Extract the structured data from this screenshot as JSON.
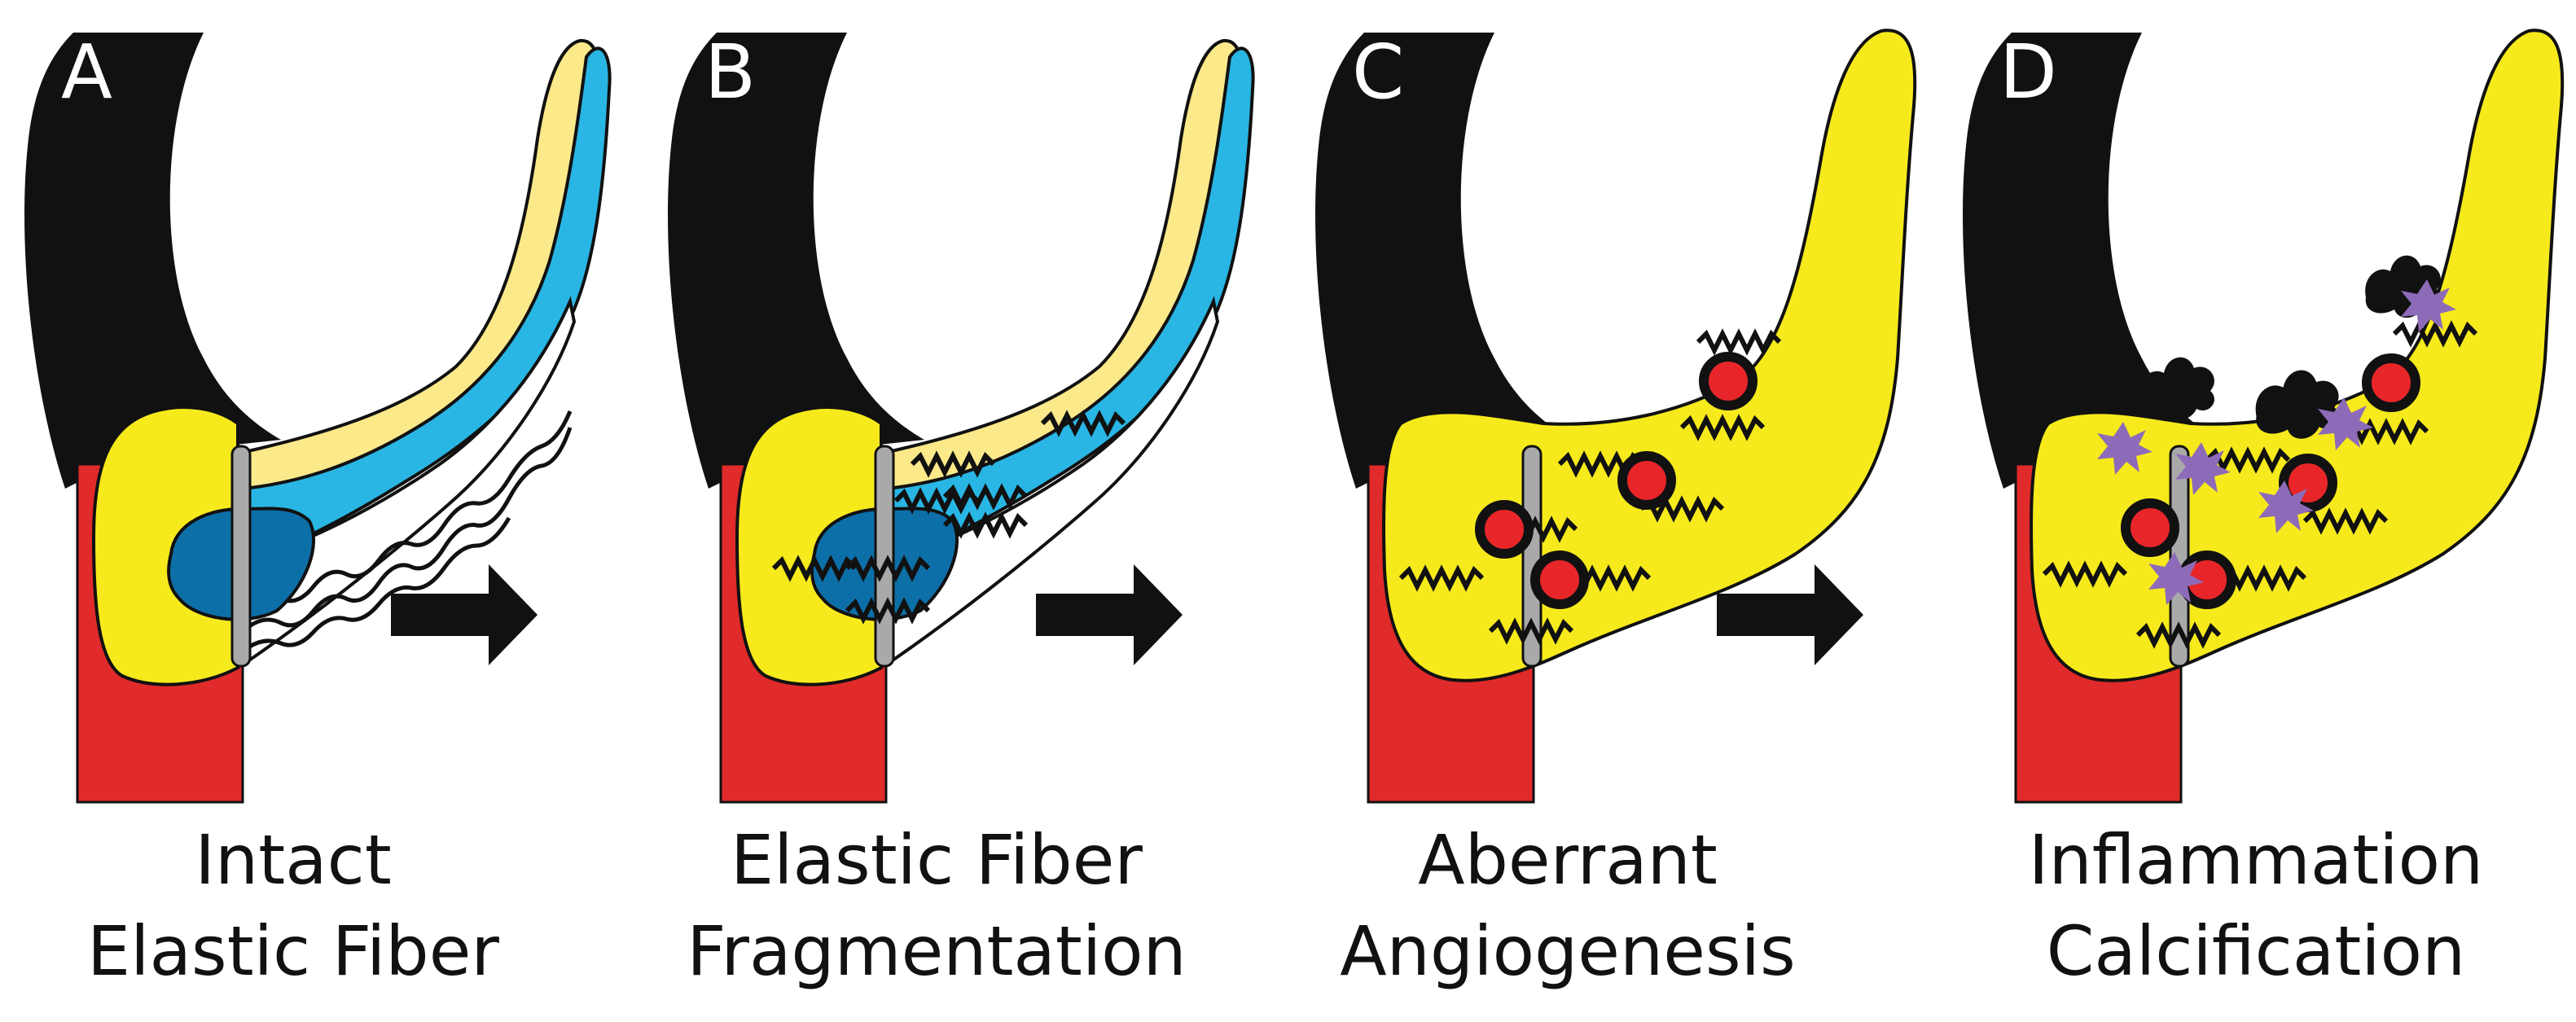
{
  "panels": [
    {
      "letter": "A",
      "caption_line1": "Intact",
      "caption_line2": "Elastic Fiber"
    },
    {
      "letter": "B",
      "caption_line1": "Elastic Fiber",
      "caption_line2": "Fragmentation"
    },
    {
      "letter": "C",
      "caption_line1": "Aberrant",
      "caption_line2": "Angiogenesis"
    },
    {
      "letter": "D",
      "caption_line1": "Inflammation",
      "caption_line2": "Calcification"
    }
  ],
  "colors": {
    "aorta_black": "#111111",
    "ventricle_red": "#e12a2a",
    "leaflet_yellow": "#f7ea1c",
    "pale_yellow": "#fbe98a",
    "light_blue": "#29b6e4",
    "dark_blue": "#0d6fa8",
    "annulus_gray": "#a9a9a9",
    "vessel_red": "#e8262a",
    "inflammation_purple": "#8e6bb8",
    "calcification_black": "#111111"
  },
  "icons": {
    "arrow": "right-arrow-icon",
    "fragment": "zigzag-fragment-icon",
    "vessel": "vessel-cross-section-icon",
    "inflammatory_cell": "star-burst-icon",
    "calcium_deposit": "calcium-nodule-icon"
  }
}
